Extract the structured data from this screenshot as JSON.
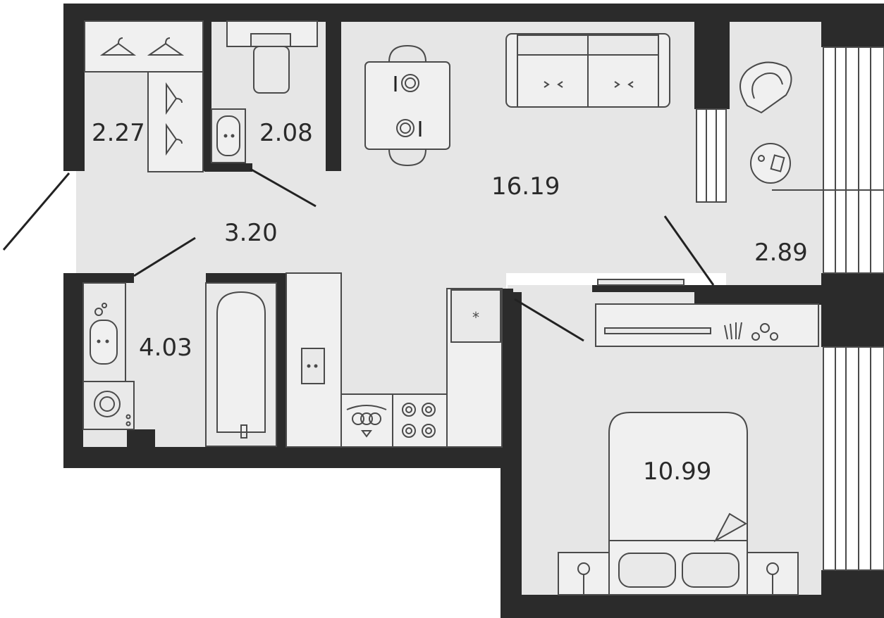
{
  "rooms": {
    "wardrobe": {
      "area": "2.27"
    },
    "toilet": {
      "area": "2.08"
    },
    "hallway": {
      "area": "3.20"
    },
    "bathroom": {
      "area": "4.03"
    },
    "living_kitchen": {
      "area": "16.19"
    },
    "balcony": {
      "area": "2.89"
    },
    "bedroom": {
      "area": "10.99"
    }
  },
  "icons": {
    "hanger": "hanger-icon",
    "toilet": "toilet-icon",
    "sink": "sink-icon",
    "bathtub": "bathtub-icon",
    "washing_machine": "washing-machine-icon",
    "dining_table": "dining-table-icon",
    "sofa": "sofa-icon",
    "armchair": "armchair-icon",
    "coffee_table": "coffee-table-icon",
    "stove": "stove-icon",
    "kitchen_sink": "kitchen-sink-icon",
    "fridge": "fridge-icon",
    "tv_unit": "tv-unit-icon",
    "bed": "bed-icon",
    "nightstand": "nightstand-icon"
  },
  "colors": {
    "wall": "#2b2b2b",
    "floor": "#e6e6e6",
    "furniture": "#e9e9e9",
    "line": "#4a4a4a"
  }
}
